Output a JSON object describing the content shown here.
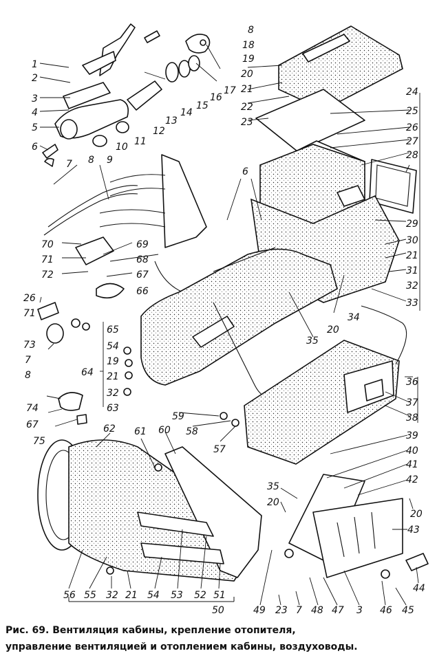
{
  "figure": {
    "caption_line1": "Рис. 69. Вентиляция кабины, крепление отопителя,",
    "caption_line2": "управление вентиляцией и отоплением кабины, воздуховоды."
  },
  "callouts": {
    "c1": "1",
    "c2": "2",
    "c3": "3",
    "c4": "4",
    "c5": "5",
    "c6a": "6",
    "c7a": "7",
    "c8a": "8",
    "c9": "9",
    "c10": "10",
    "c11": "11",
    "c12": "12",
    "c13": "13",
    "c14": "14",
    "c15": "15",
    "c16": "16",
    "c17": "17",
    "c8b": "8",
    "c18": "18",
    "c19a": "19",
    "c20a": "20",
    "c21a": "21",
    "c22": "22",
    "c23a": "23",
    "c24": "24",
    "c25": "25",
    "c26a": "26",
    "c27": "27",
    "c28": "28",
    "c6b": "6",
    "c29": "29",
    "c30": "30",
    "c21b": "21",
    "c31": "31",
    "c32a": "32",
    "c33": "33",
    "c34": "34",
    "c20b": "20",
    "c35a": "35",
    "c70": "70",
    "c71a": "71",
    "c72": "72",
    "c69": "69",
    "c68": "68",
    "c67a": "67",
    "c66": "66",
    "c26b": "26",
    "c71b": "71",
    "c73": "73",
    "c7b": "7",
    "c8c": "8",
    "c65": "65",
    "c54": "54",
    "c19b": "19",
    "c21c": "21",
    "c64": "64",
    "c32b": "32",
    "c63": "63",
    "c74": "74",
    "c67b": "67",
    "c75": "75",
    "c62": "62",
    "c61": "61",
    "c60": "60",
    "c59": "59",
    "c58": "58",
    "c57": "57",
    "c36": "36",
    "c37": "37",
    "c38": "38",
    "c39": "39",
    "c40": "40",
    "c41": "41",
    "c42": "42",
    "c35b": "35",
    "c20c": "20",
    "c20d": "20",
    "c43": "43",
    "c44": "44",
    "c56": "56",
    "c55": "55",
    "c32c": "32",
    "c21d": "21",
    "c54b": "54",
    "c53": "53",
    "c52": "52",
    "c51": "51",
    "c50": "50",
    "c49": "49",
    "c23b": "23",
    "c7c": "7",
    "c48": "48",
    "c47": "47",
    "c3b": "3",
    "c46": "46",
    "c45": "45"
  }
}
